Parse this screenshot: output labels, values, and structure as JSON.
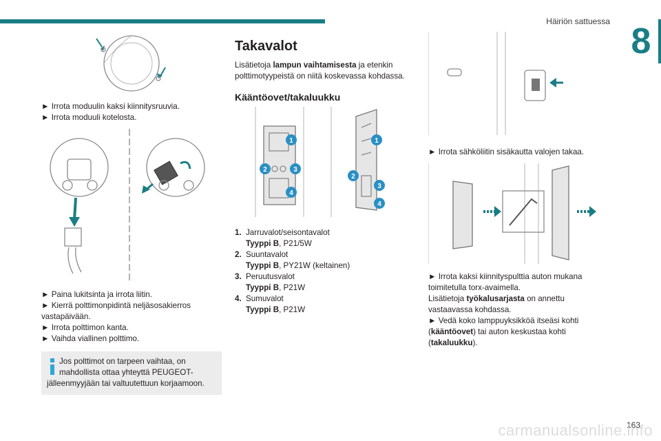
{
  "header": {
    "title": "Häiriön sattuessa",
    "chapter": "8"
  },
  "col1": {
    "steps_a": [
      "► Irrota moduulin kaksi kiinnitysruuvia.",
      "► Irrota moduuli kotelosta."
    ],
    "steps_b": [
      "► Paina lukitsinta ja irrota liitin.",
      "► Kierrä polttimonpidintä neljäsosakierros",
      "vastapäivään.",
      "► Irrota polttimon kanta.",
      "► Vaihda viallinen polttimo."
    ],
    "info_lines": [
      "Jos polttimot on tarpeen vaihtaa, on",
      "mahdollista ottaa yhteyttä PEUGEOT-",
      "jälleenmyyjään tai valtuutettuun korjaamoon."
    ]
  },
  "col2": {
    "title": "Takavalot",
    "intro_pre": "Lisätietoja ",
    "intro_bold": "lampun vaihtamisesta",
    "intro_post": " ja etenkin",
    "intro_line2": "polttimotyypeistä on niitä koskevassa kohdassa.",
    "subtitle": "Kääntöovet/takaluukku",
    "bulbs": [
      {
        "num": "1.",
        "name": "Jarruvalot/seisontavalot",
        "type_label": "Tyyppi B",
        "type_rest": ", P21/5W"
      },
      {
        "num": "2.",
        "name": "Suuntavalot",
        "type_label": "Tyyppi B",
        "type_rest": ", PY21W (keltainen)"
      },
      {
        "num": "3.",
        "name": "Peruutusvalot",
        "type_label": "Tyyppi B",
        "type_rest": ", P21W"
      },
      {
        "num": "4.",
        "name": "Sumuvalot",
        "type_label": "Tyyppi B",
        "type_rest": ", P21W"
      }
    ],
    "badges": [
      "1",
      "2",
      "3",
      "4"
    ]
  },
  "col3": {
    "step1": "► Irrota sähköliitin sisäkautta valojen takaa.",
    "step2a": "► Irrota kaksi kiinnityspulttia auton mukana",
    "step2b": "toimitetulla torx-avaimella.",
    "info_pre": "Lisätietoja ",
    "info_bold": "työkalusarjasta",
    "info_post": " on annettu",
    "info_line2": "vastaavassa kohdassa.",
    "step3": "► Vedä koko lamppuyksikköä itseäsi kohti",
    "step3_open": "(",
    "step3_bold1": "kääntöovet",
    "step3_mid": ") tai auton keskustaa kohti",
    "step3_open2": "(",
    "step3_bold2": "takaluukku",
    "step3_end": ")."
  },
  "footer": {
    "page": "163",
    "watermark": "carmanualsonline.info"
  },
  "colors": {
    "accent": "#1a7d86",
    "badge": "#2a8fc4",
    "info": "#2aa8d6"
  }
}
